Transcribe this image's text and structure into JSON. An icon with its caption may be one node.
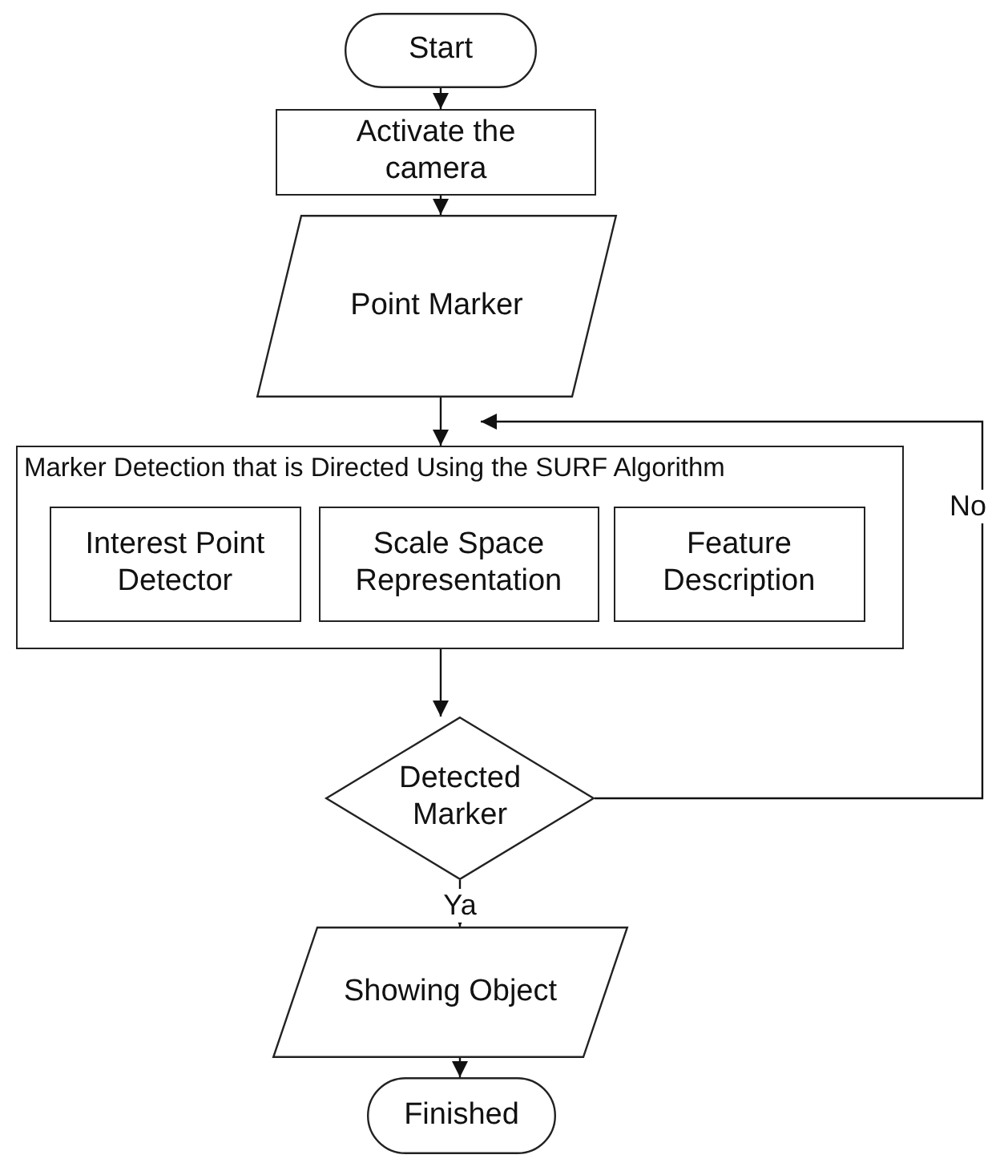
{
  "diagram": {
    "nodes": [
      {
        "text": [
          "Start"
        ]
      },
      {
        "text": [
          "Activate the camera"
        ]
      },
      {
        "text": [
          "Point Marker"
        ]
      },
      {
        "text": [
          "Marker Detection that is Directed Using the SURF Algorithm"
        ]
      },
      {
        "text": [
          "Interest Point Detector"
        ],
        "in": 3
      },
      {
        "text": [
          "Scale Space Representation"
        ],
        "in": 3
      },
      {
        "text": [
          "Feature Description"
        ],
        "in": 3
      },
      {
        "text": [
          "Detected Marker"
        ]
      },
      {
        "text": [
          "Showing Object"
        ]
      },
      {
        "text": [
          "Finished"
        ]
      }
    ],
    "edges": [
      {
        "from": 0,
        "to": 1,
        "arrow": "to"
      },
      {
        "from": 1,
        "to": 2,
        "arrow": "to"
      },
      {
        "from": 2,
        "to": 3,
        "arrow": "to"
      },
      {
        "from": 3,
        "to": 7,
        "arrow": "to"
      },
      {
        "from": 7,
        "to": 8,
        "arrow": "to",
        "label": "Ya"
      },
      {
        "from": 8,
        "to": 9,
        "arrow": "to"
      },
      {
        "from": 7,
        "to": 3,
        "arrow": "to",
        "label": "No"
      }
    ]
  }
}
